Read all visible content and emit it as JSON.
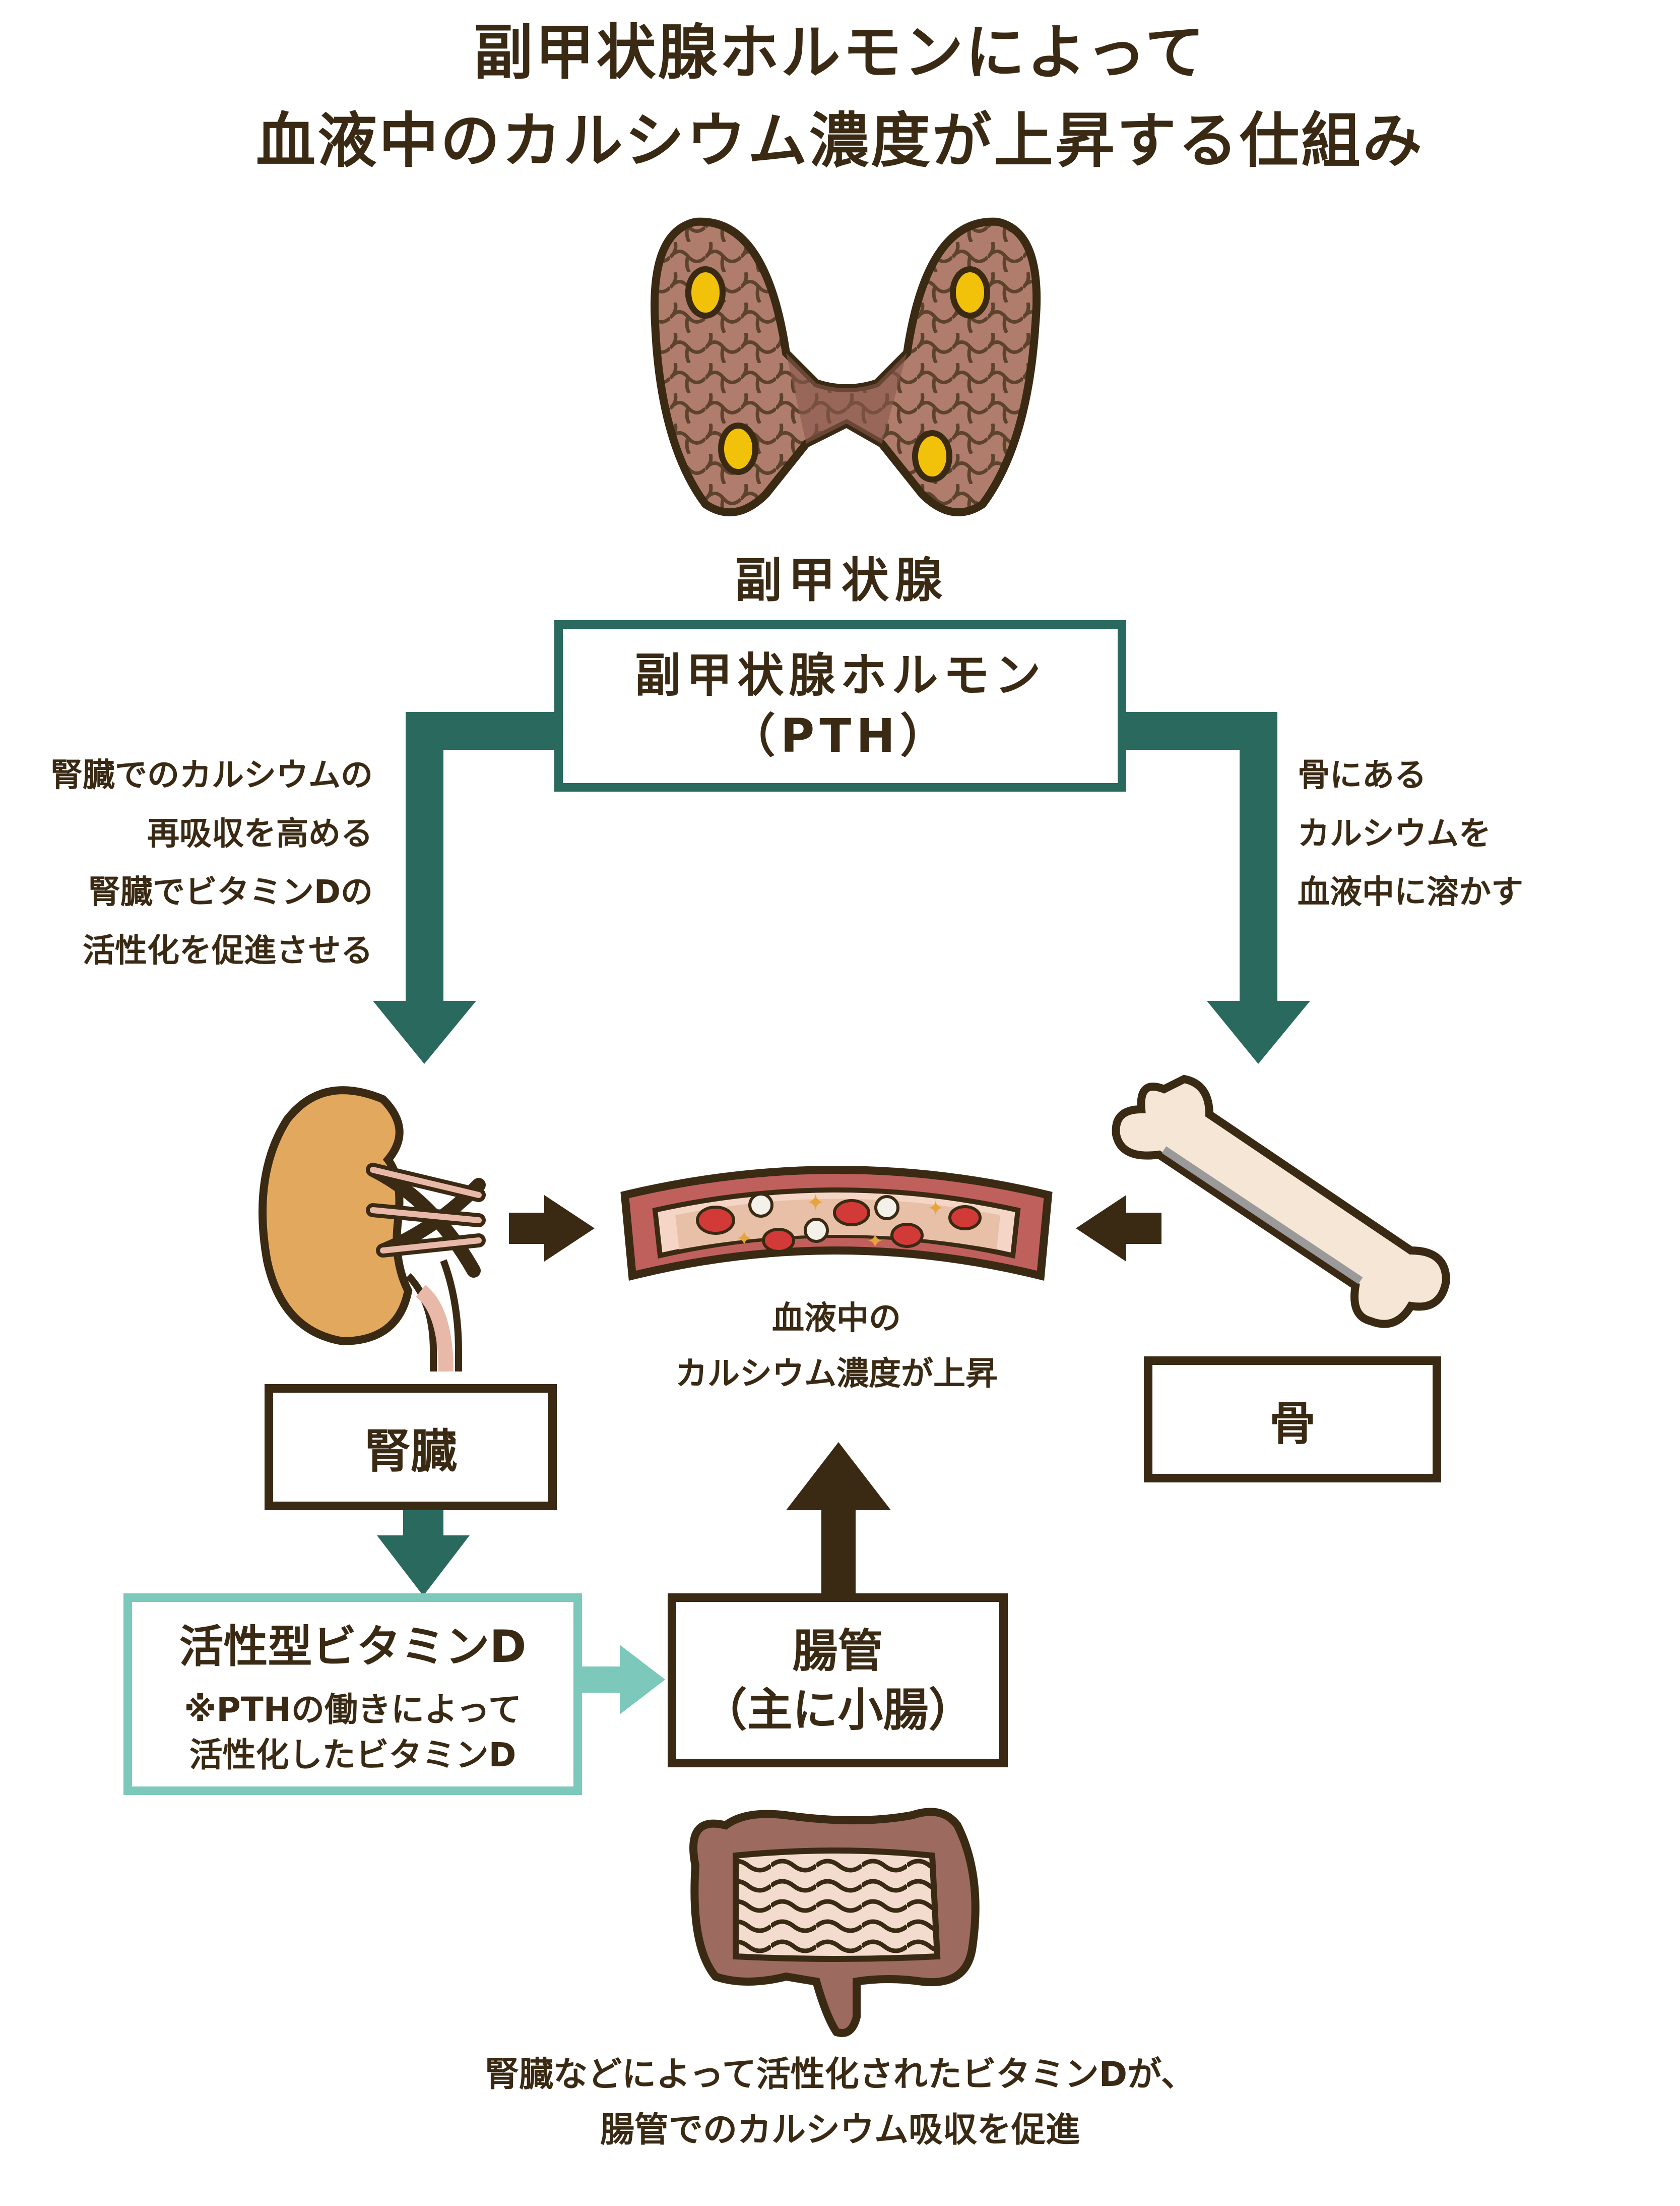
{
  "title": {
    "line1": "副甲状腺ホルモンによって",
    "line2": "血液中のカルシウム濃度が上昇する仕組み"
  },
  "parathyroid": {
    "label": "副甲状腺"
  },
  "pth_box": {
    "line1": "副甲状腺ホルモン",
    "line2": "（PTH）"
  },
  "left_effect": {
    "lines": [
      "腎臓でのカルシウムの",
      "再吸収を高める",
      "腎臓でビタミンDの",
      "活性化を促進させる"
    ]
  },
  "right_effect": {
    "lines": [
      "骨にある",
      "カルシウムを",
      "血液中に溶かす"
    ]
  },
  "blood": {
    "line1": "血液中の",
    "line2": "カルシウム濃度が上昇"
  },
  "kidney_box": {
    "label": "腎臓"
  },
  "bone_box": {
    "label": "骨"
  },
  "vitamin_box": {
    "title": "活性型ビタミンD",
    "note1": "※PTHの働きによって",
    "note2": "活性化したビタミンD"
  },
  "intestine_box": {
    "line1": "腸管",
    "line2": "（主に小腸）"
  },
  "bottom_caption": {
    "line1": "腎臓などによって活性化されたビタミンDが、",
    "line2": "腸管でのカルシウム吸収を促進"
  },
  "colors": {
    "dark_brown": "#3a2a14",
    "teal_dark": "#2a6a5e",
    "teal_light": "#7cc8ba",
    "thyroid": "#b07c6c",
    "kidney": "#e1a85e",
    "vessel": "#c0605c",
    "bone": "#f5e6d6",
    "intestine": "#9c6a5e"
  },
  "icons": [
    "parathyroid-illustration",
    "kidney-illustration",
    "blood-vessel-illustration",
    "bone-illustration",
    "intestine-illustration"
  ]
}
